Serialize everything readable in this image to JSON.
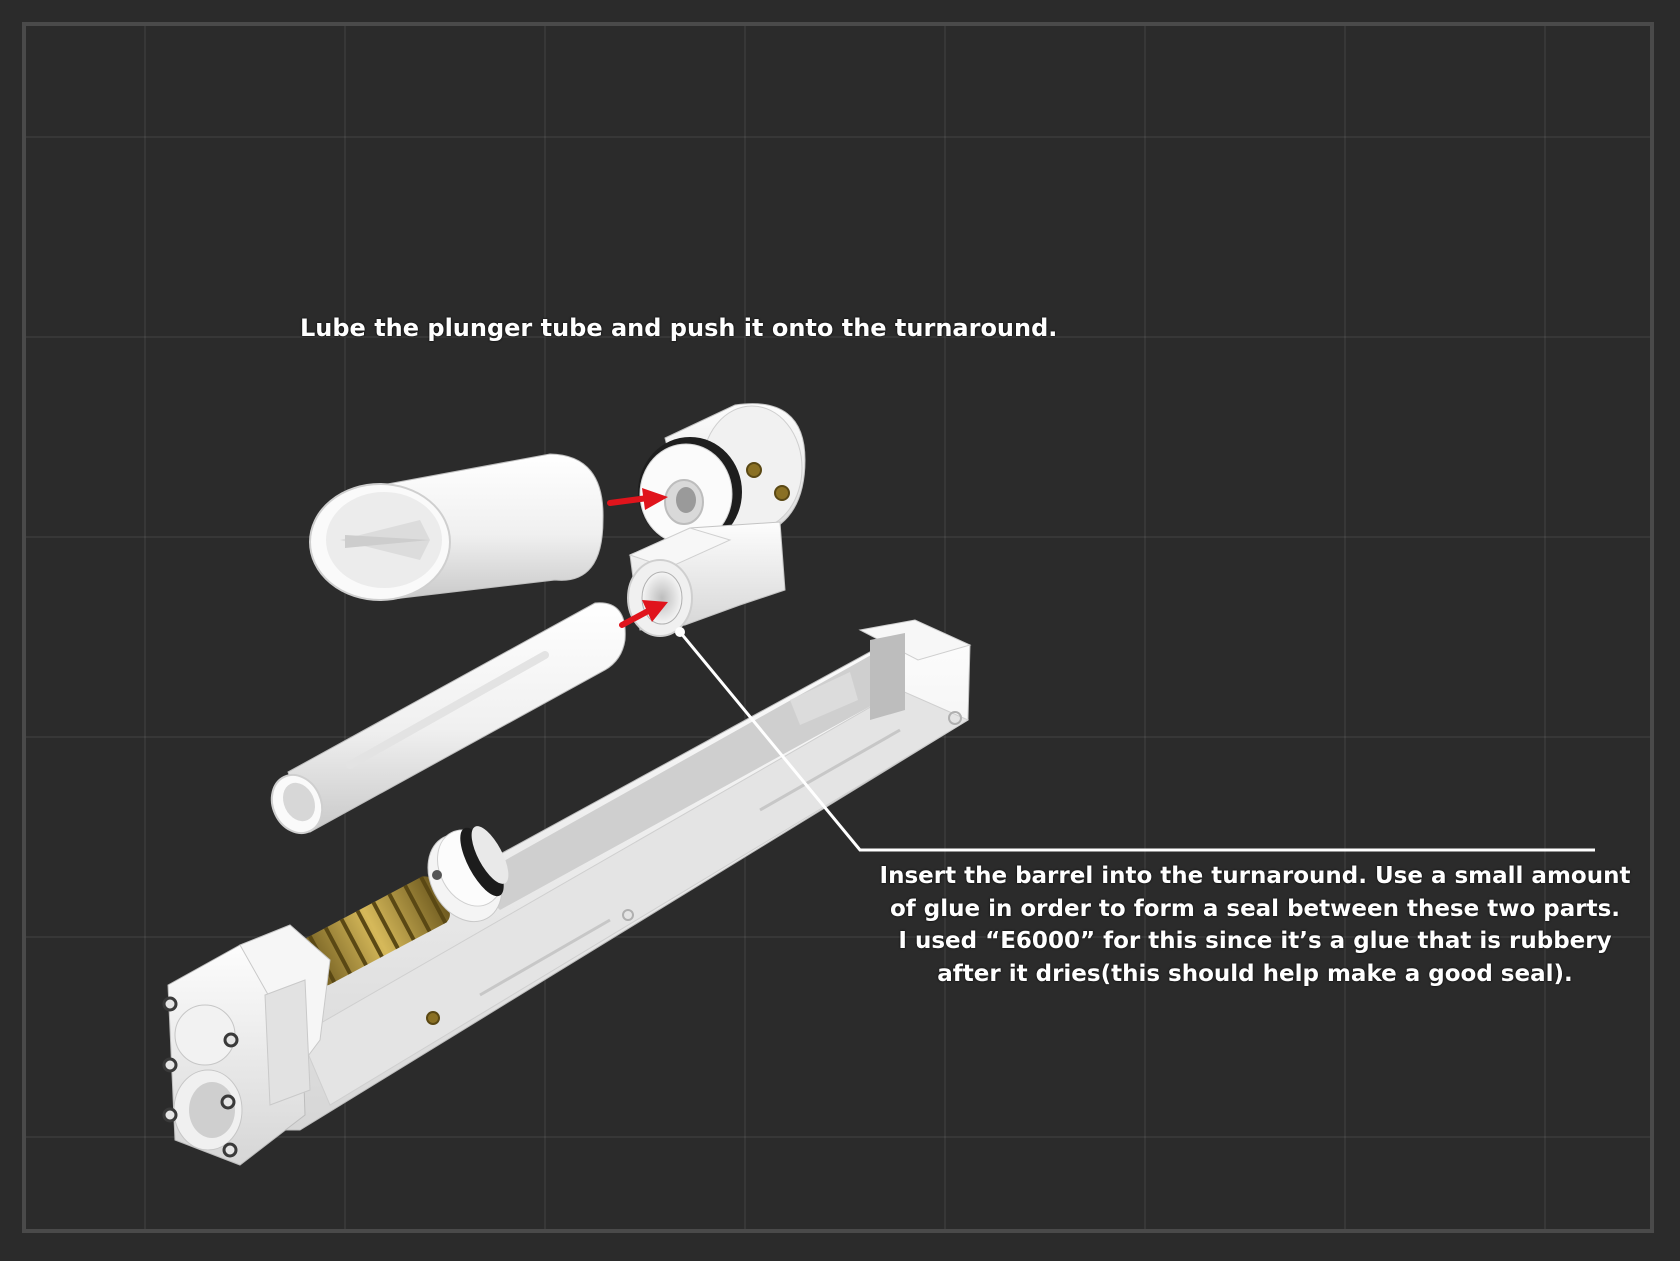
{
  "captions": {
    "plunger_step": "Lube the plunger tube and push it onto the turnaround.",
    "barrel_step": [
      "Insert the barrel into the turnaround. Use a small amount",
      "of glue in order to form a seal between these two parts.",
      "I used “E6000” for this since it’s a glue that is rubbery",
      "after it dries(this should help make a good seal)."
    ]
  },
  "colors": {
    "background": "#2b2b2b",
    "part_white": "#f2f2f2",
    "arrow_red": "#e0141c",
    "spring_brass": "#b99a3c",
    "oring_black": "#1c1c1c",
    "leader_line": "#ffffff"
  }
}
